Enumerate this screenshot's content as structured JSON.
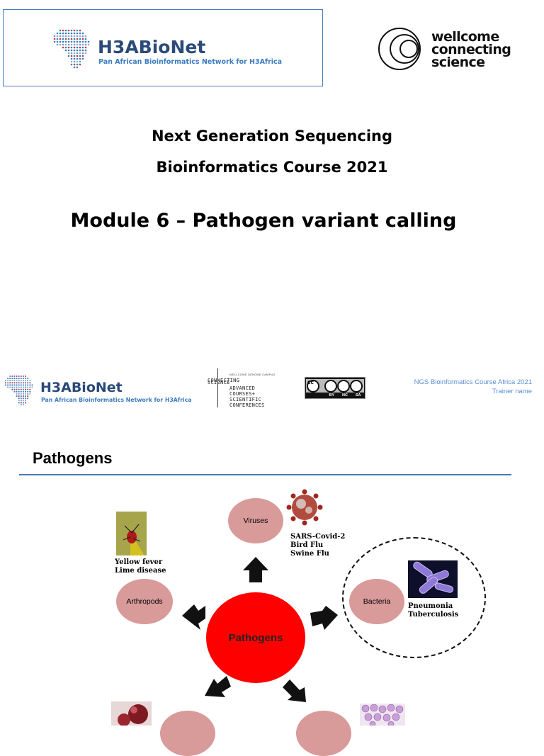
{
  "slide1": {
    "logo_title": "H3ABioNet",
    "logo_subtitle": "Pan African Bioinformatics Network for H3Africa",
    "wellcome": [
      "wellcome",
      "connecting",
      "science"
    ],
    "line1": "Next Generation Sequencing",
    "line2": "Bioinformatics Course 2021",
    "module": "Module 6 – Pathogen variant calling"
  },
  "footer": {
    "logo_title": "H3ABioNet",
    "logo_subtitle": "Pan African Bioinformatics Network for H3Africa",
    "campus_small": "WELLCOME GENOME CAMPUS",
    "campus_lines": [
      "CONNECTING",
      "SCIENCE",
      "ADVANCED",
      "COURSES+",
      "SCIENTIFIC",
      "CONFERENCES"
    ],
    "cc_labels": [
      "BY",
      "NC",
      "SA"
    ],
    "right_line1": "NGS Bioinformatics Course Africa 2021",
    "right_line2": "Trainer name"
  },
  "slide2": {
    "heading": "Pathogens",
    "center": "Pathogens",
    "viruses": "Viruses",
    "virus_examples": [
      "SARS-Covid-2",
      "Bird Flu",
      "Swine Flu"
    ],
    "arthropods": "Arthropods",
    "arthropod_examples": [
      "Yellow fever",
      "Lime disease"
    ],
    "bacteria": "Bacteria",
    "bacteria_examples": [
      "Pneumonia",
      "Tuberculosis"
    ]
  },
  "colors": {
    "center": "#ff0000",
    "node": "#d99a9a",
    "rule": "#4a7ab8",
    "brand_dark": "#2b4a78",
    "brand_light": "#3a7bc0"
  }
}
